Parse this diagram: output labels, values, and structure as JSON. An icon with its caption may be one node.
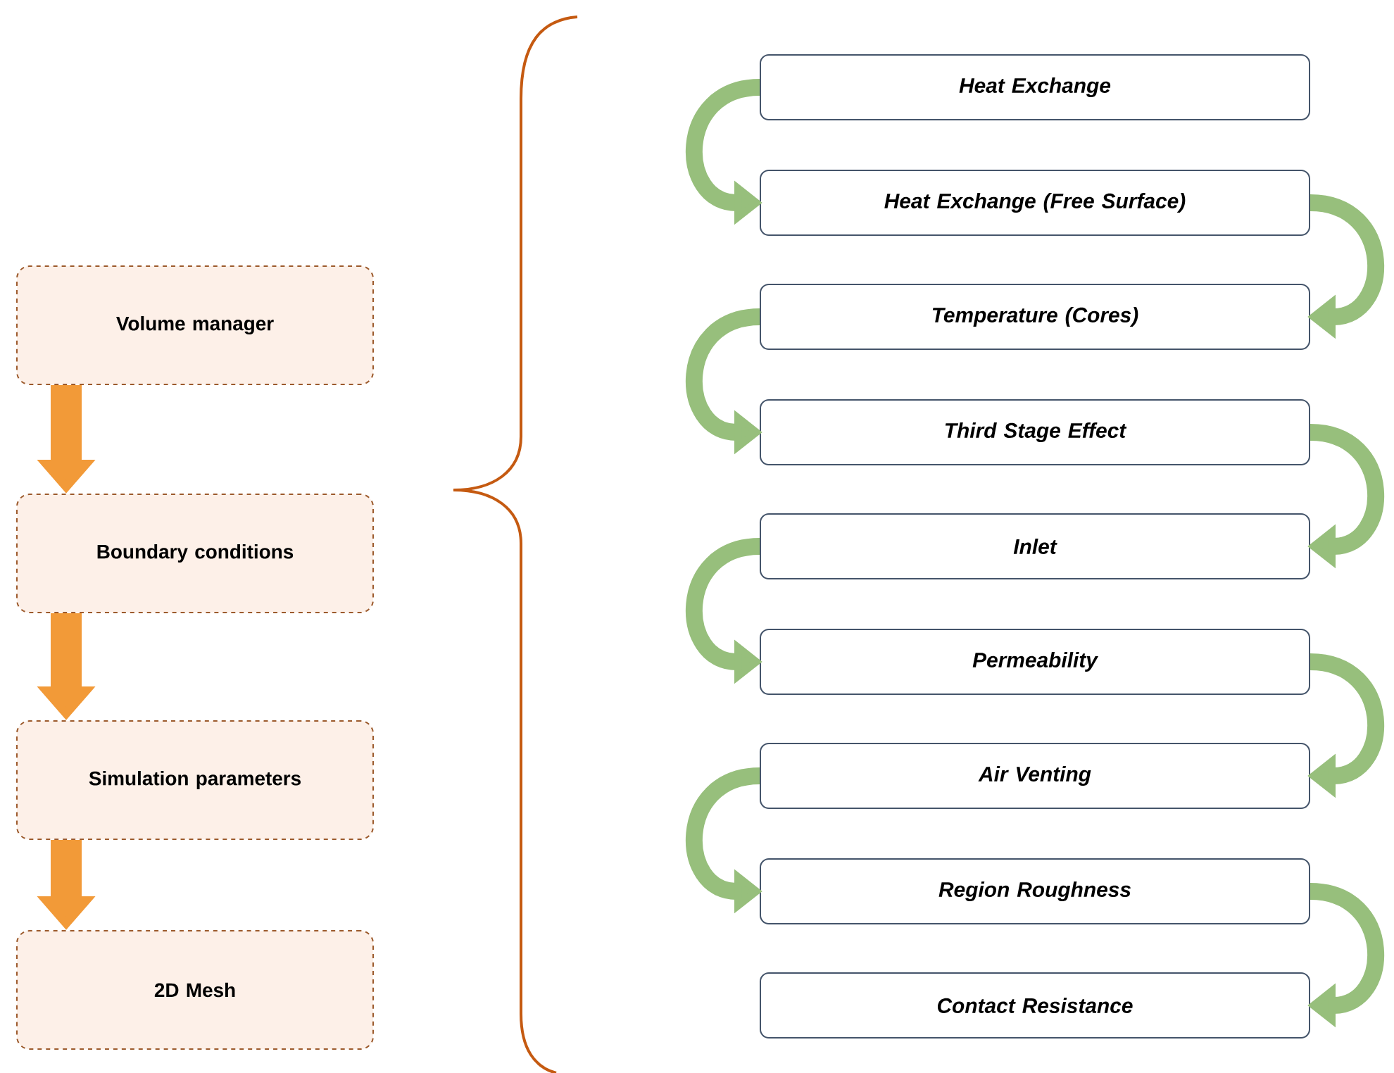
{
  "diagram": {
    "nodes": [
      {
        "text": [
          "Volume manager"
        ]
      },
      {
        "text": [
          "Boundary conditions"
        ]
      },
      {
        "text": [
          "Simulation parameters"
        ]
      },
      {
        "text": [
          "2D Mesh"
        ]
      },
      {
        "text": [
          "Heat Exchange"
        ]
      },
      {
        "text": [
          "Heat Exchange (Free Surface)"
        ]
      },
      {
        "text": [
          "Temperature (Cores)"
        ]
      },
      {
        "text": [
          "Third Stage Effect"
        ]
      },
      {
        "text": [
          "Inlet"
        ]
      },
      {
        "text": [
          "Permeability"
        ]
      },
      {
        "text": [
          "Air Venting"
        ]
      },
      {
        "text": [
          "Region Roughness"
        ]
      },
      {
        "text": [
          "Contact Resistance"
        ]
      }
    ],
    "edges": [
      {
        "from": 0,
        "to": 1,
        "arrow": "to",
        "style": "thick",
        "color": "#f29a38"
      },
      {
        "from": 1,
        "to": 2,
        "arrow": "to",
        "style": "thick",
        "color": "#f29a38"
      },
      {
        "from": 2,
        "to": 3,
        "arrow": "to",
        "style": "thick",
        "color": "#f29a38"
      },
      {
        "from": 4,
        "to": 5,
        "arrow": "to"
      },
      {
        "from": 5,
        "to": 6,
        "arrow": "to"
      },
      {
        "from": 6,
        "to": 7,
        "arrow": "to"
      },
      {
        "from": 7,
        "to": 8,
        "arrow": "to"
      },
      {
        "from": 8,
        "to": 9,
        "arrow": "to"
      },
      {
        "from": 9,
        "to": 10,
        "arrow": "to"
      },
      {
        "from": 10,
        "to": 11,
        "arrow": "to"
      },
      {
        "from": 11,
        "to": 12,
        "arrow": "to"
      }
    ]
  }
}
